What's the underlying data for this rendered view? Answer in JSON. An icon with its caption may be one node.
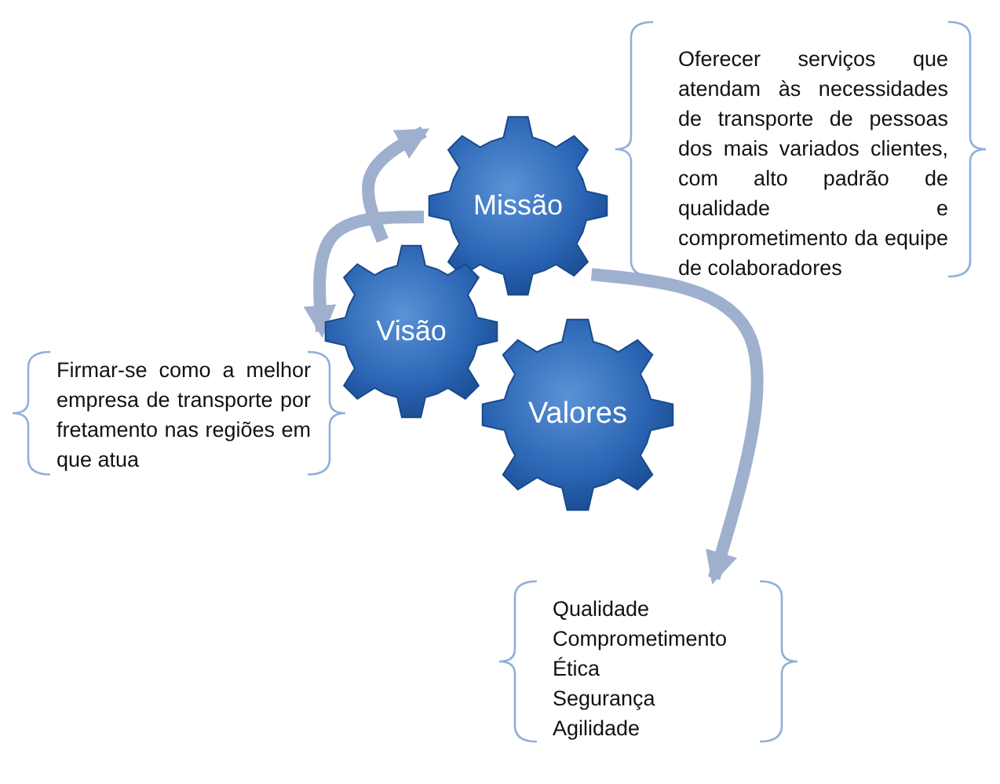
{
  "diagram": {
    "nodes": [
      {
        "text": [
          "Missão"
        ]
      },
      {
        "text": [
          "Visão"
        ]
      },
      {
        "text": [
          "Valores"
        ]
      },
      {
        "text": [
          "Oferecer serviços que atendam às necessidades de transporte de pessoas dos mais variados clientes, com alto padrão de qualidade e comprometimento da equipe de colaboradores"
        ]
      },
      {
        "text": [
          "Firmar-se como a melhor empresa de transporte por fretamento nas regiões em que atua"
        ]
      },
      {
        "text": [
          "Qualidade",
          "Comprometimento",
          "Ética",
          "Segurança",
          "Agilidade"
        ]
      }
    ],
    "edges": [
      {
        "from": 1,
        "to": 0,
        "arrow": "to"
      },
      {
        "from": 0,
        "to": 1,
        "arrow": "to"
      },
      {
        "from": 0,
        "to": 5,
        "arrow": "to"
      }
    ]
  }
}
